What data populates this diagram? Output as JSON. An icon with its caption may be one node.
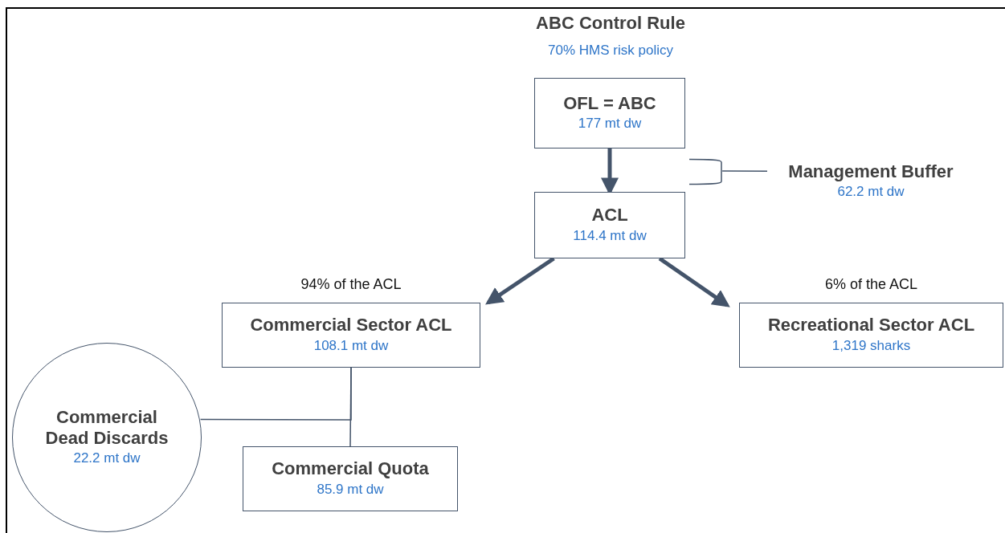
{
  "diagram": {
    "title": "ABC Control Rule",
    "nodes": [
      {
        "text": [
          "OFL = ABC",
          "177 mt dw"
        ]
      },
      {
        "text": [
          "Management Buffer",
          "62.2 mt dw"
        ]
      },
      {
        "text": [
          "ACL",
          "114.4 mt dw"
        ]
      },
      {
        "text": [
          "Commercial Sector ACL",
          "108.1 mt dw"
        ],
        "beside": [
          "94% of the ACL"
        ]
      },
      {
        "text": [
          "Recreational Sector ACL",
          "1,319 sharks"
        ],
        "beside": [
          "6% of the ACL"
        ]
      },
      {
        "text": [
          "Commercial Dead Discards",
          "22.2 mt dw"
        ]
      },
      {
        "text": [
          "Commercial Quota",
          "85.9 mt dw"
        ]
      },
      {
        "text": [],
        "shape": "bracket"
      }
    ],
    "edges": [
      {
        "from": 0,
        "to": 2,
        "arrow": "to",
        "style": "thick"
      },
      {
        "from": 1,
        "to": 7,
        "arrow": "none"
      },
      {
        "from": 2,
        "to": 3,
        "arrow": "to",
        "style": "thick"
      },
      {
        "from": 2,
        "to": 4,
        "arrow": "to",
        "style": "thick"
      },
      {
        "from": 3,
        "to": 5,
        "arrow": "none"
      },
      {
        "from": 3,
        "to": 6,
        "arrow": "none"
      }
    ],
    "labels": [
      "70% HMS risk policy"
    ]
  }
}
